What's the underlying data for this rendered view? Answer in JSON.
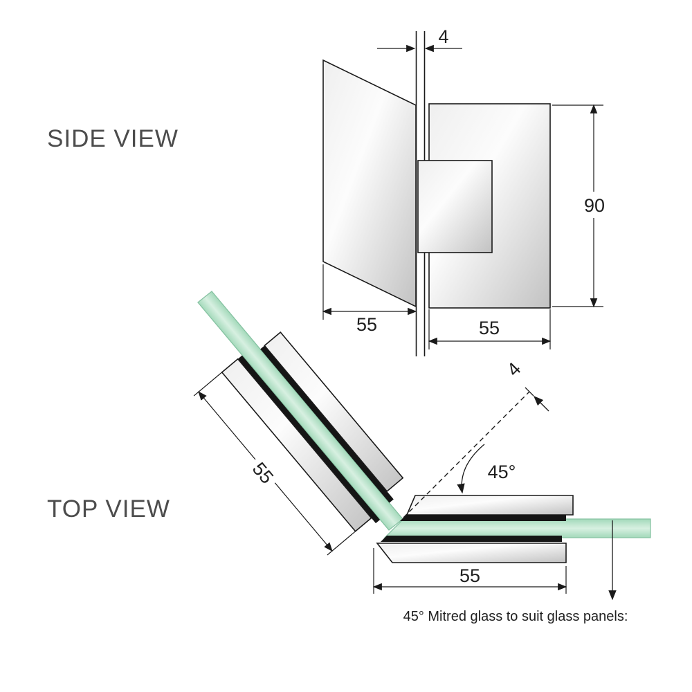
{
  "diagram": {
    "side_view": {
      "title": "SIDE VIEW",
      "dims": {
        "glass_thickness": "4",
        "hinge_height": "90",
        "glass_side_width": "55",
        "plate_width": "55"
      }
    },
    "top_view": {
      "title": "TOP VIEW",
      "dims": {
        "left_plate_width": "55",
        "mitre_gap": "4",
        "mitre_angle": "45°",
        "right_plate_width": "55"
      },
      "caption": "45° Mitred glass to suit glass panels:"
    },
    "colors": {
      "glass_green": "#a3d9ba",
      "glass_green_light": "#d7f0e1",
      "metal_light": "#fcfcfc",
      "metal_dark": "#c2c2c2",
      "gasket_black": "#151515",
      "line": "#1a1a1a",
      "title_gray": "#4c4c4c"
    }
  }
}
